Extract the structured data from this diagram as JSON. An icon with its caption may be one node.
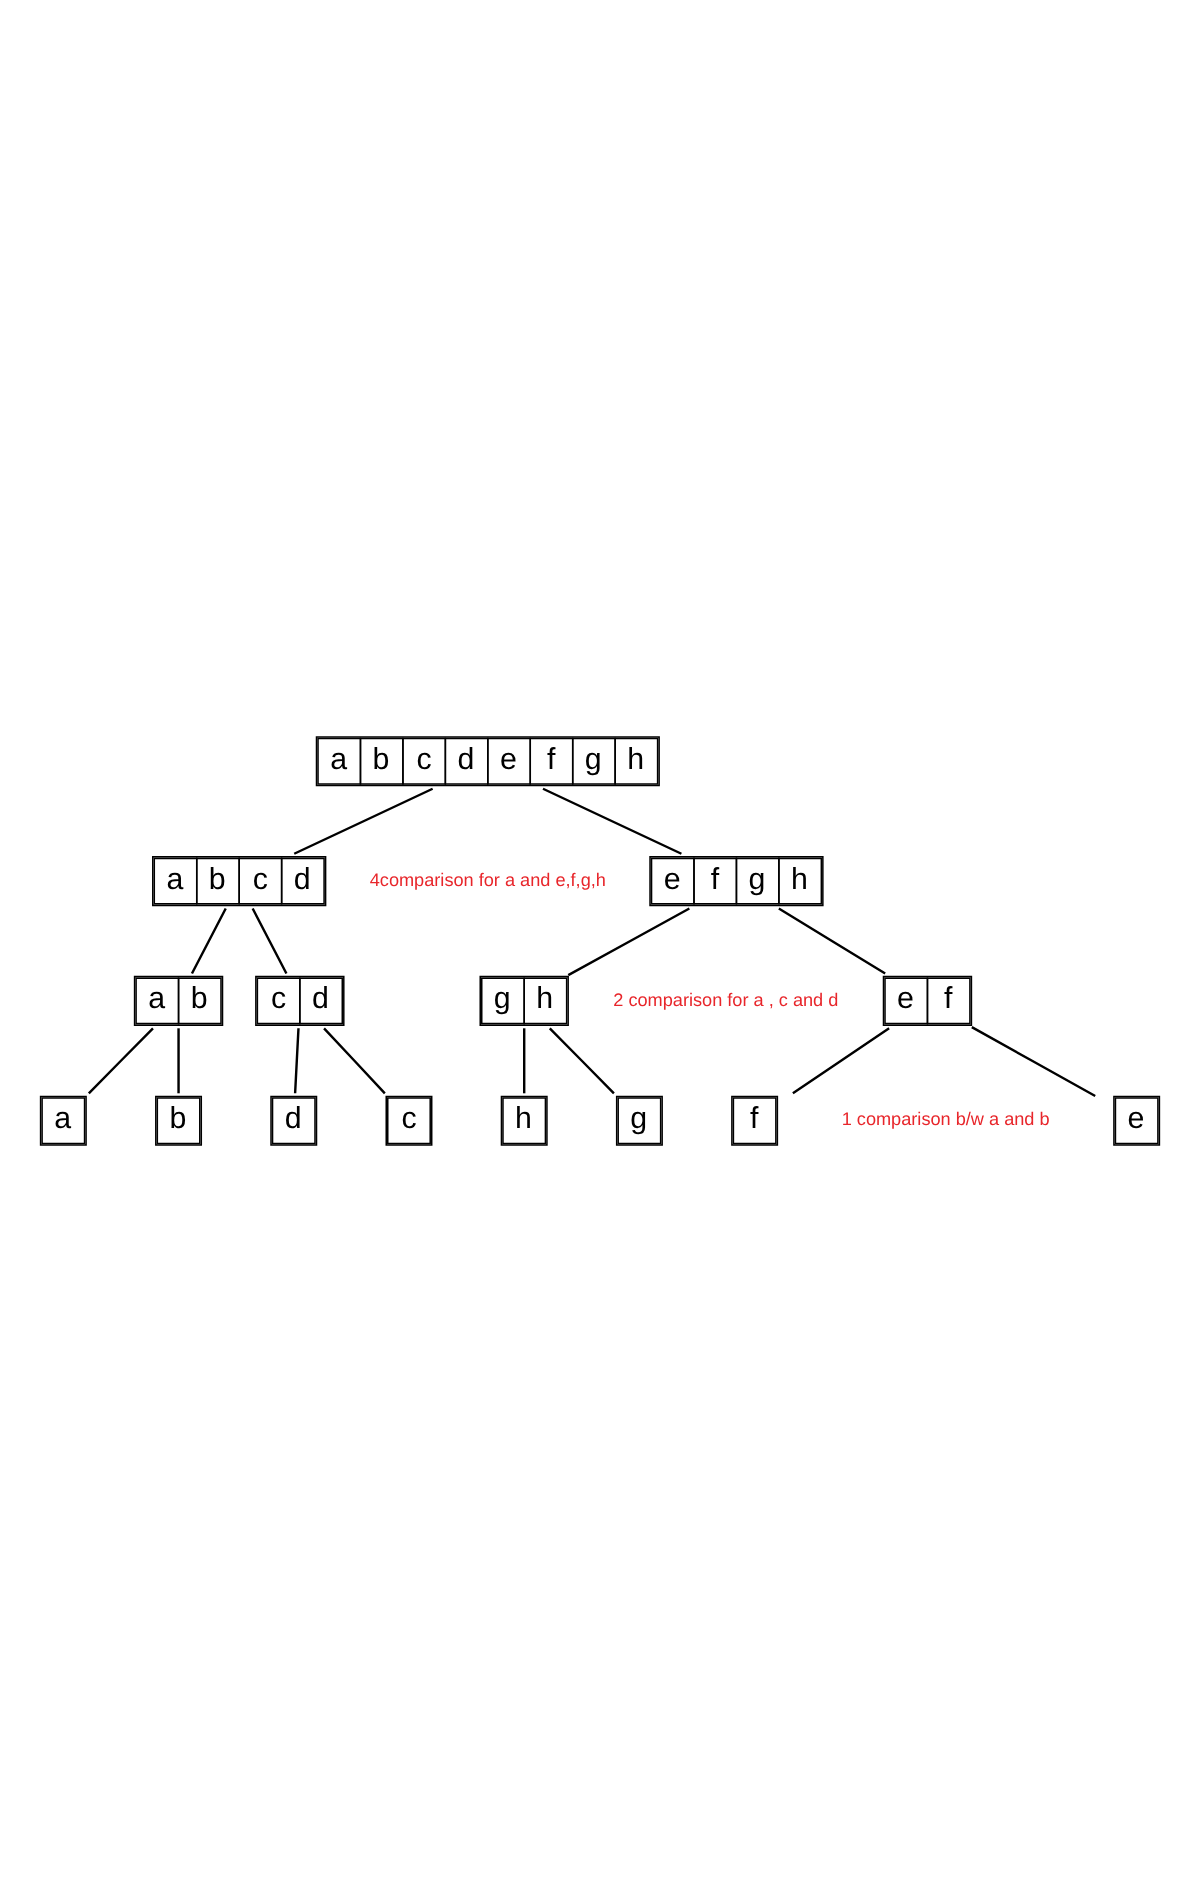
{
  "diagram": {
    "nodes": [
      {
        "text": [
          "a",
          "b",
          "c",
          "d",
          "e",
          "f",
          "g",
          "h"
        ]
      },
      {
        "text": [
          "a",
          "b",
          "c",
          "d"
        ]
      },
      {
        "text": [
          "e",
          "f",
          "g",
          "h"
        ]
      },
      {
        "text": [
          "a",
          "b"
        ]
      },
      {
        "text": [
          "c",
          "d"
        ]
      },
      {
        "text": [
          "e",
          "f"
        ]
      },
      {
        "text": [
          "g",
          "h"
        ]
      },
      {
        "text": [
          "a"
        ]
      },
      {
        "text": [
          "b"
        ]
      },
      {
        "text": [
          "c"
        ]
      },
      {
        "text": [
          "d"
        ]
      },
      {
        "text": [
          "e"
        ]
      },
      {
        "text": [
          "f"
        ]
      },
      {
        "text": [
          "g"
        ]
      },
      {
        "text": [
          "h"
        ]
      }
    ],
    "edges": [
      {
        "from": 0,
        "to": 1,
        "arrow": "none"
      },
      {
        "from": 0,
        "to": 2,
        "arrow": "none"
      },
      {
        "from": 1,
        "to": 3,
        "arrow": "none"
      },
      {
        "from": 1,
        "to": 4,
        "arrow": "none"
      },
      {
        "from": 2,
        "to": 5,
        "arrow": "none"
      },
      {
        "from": 2,
        "to": 6,
        "arrow": "none"
      },
      {
        "from": 3,
        "to": 7,
        "arrow": "none"
      },
      {
        "from": 3,
        "to": 8,
        "arrow": "none"
      },
      {
        "from": 4,
        "to": 9,
        "arrow": "none"
      },
      {
        "from": 4,
        "to": 10,
        "arrow": "none"
      },
      {
        "from": 5,
        "to": 11,
        "arrow": "none"
      },
      {
        "from": 5,
        "to": 12,
        "arrow": "none"
      },
      {
        "from": 6,
        "to": 13,
        "arrow": "none"
      },
      {
        "from": 6,
        "to": 14,
        "arrow": "none"
      }
    ],
    "labels": [
      "4comparison for a and e,f,g,h",
      "2 comparison for a , c and d",
      "1 comparison b/w a and b"
    ]
  }
}
